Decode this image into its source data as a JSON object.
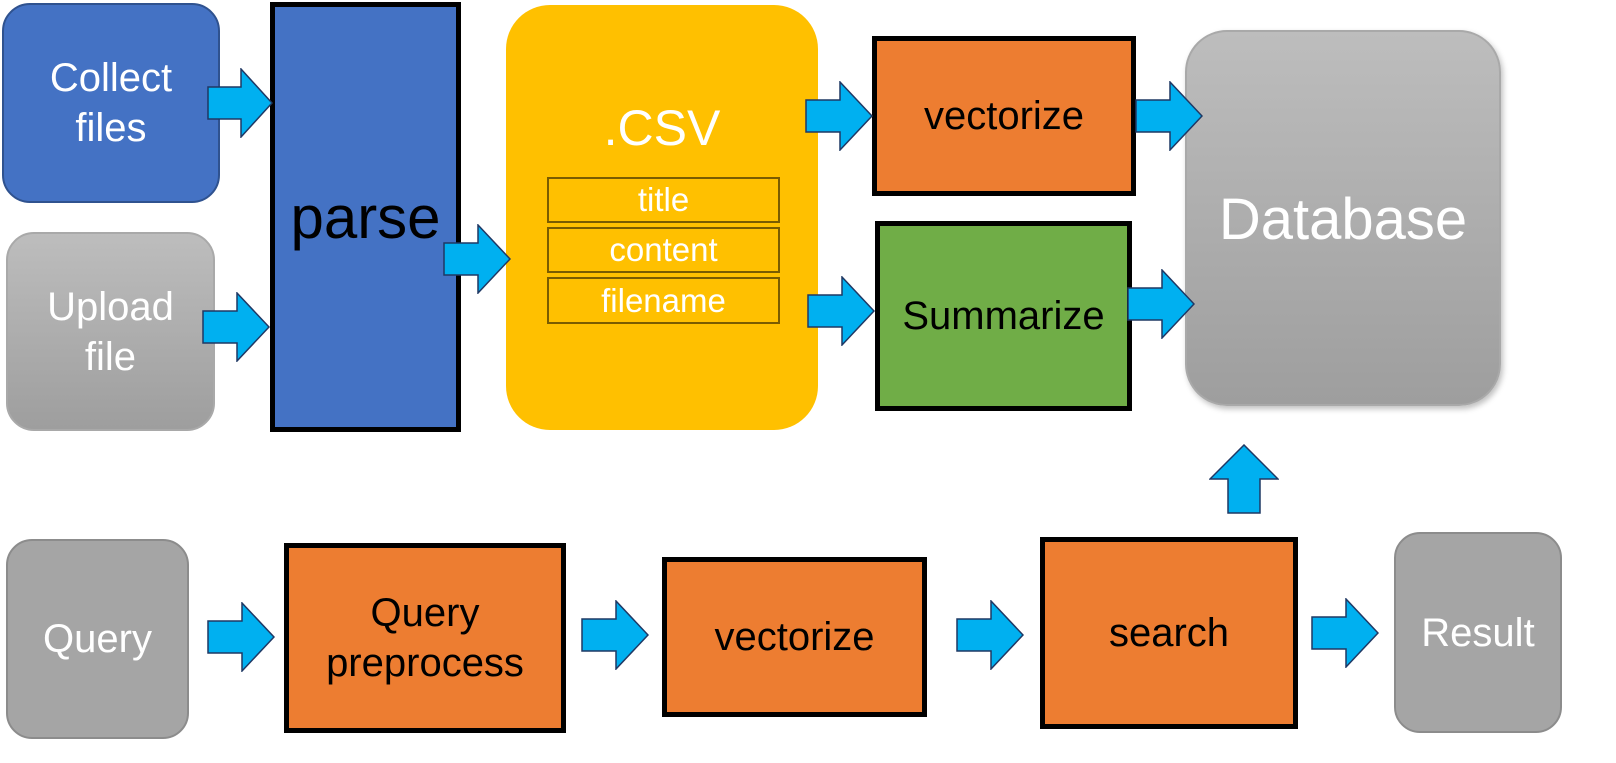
{
  "nodes": {
    "collect_files": "Collect\nfiles",
    "upload_file": "Upload\nfile",
    "parse": "parse",
    "csv": {
      "title": ".CSV",
      "fields": [
        "title",
        "content",
        "filename"
      ]
    },
    "vectorize_top": "vectorize",
    "summarize": "Summarize",
    "database": "Database",
    "query": "Query",
    "query_preprocess": "Query\npreprocess",
    "vectorize_bottom": "vectorize",
    "search": "search",
    "result": "Result"
  },
  "colors": {
    "blue": "#4472C4",
    "orange": "#ED7D31",
    "green": "#70AD47",
    "gold": "#FFC000",
    "gray": "#A5A5A5",
    "arrow": "#00B0F0",
    "border": "#000000"
  }
}
